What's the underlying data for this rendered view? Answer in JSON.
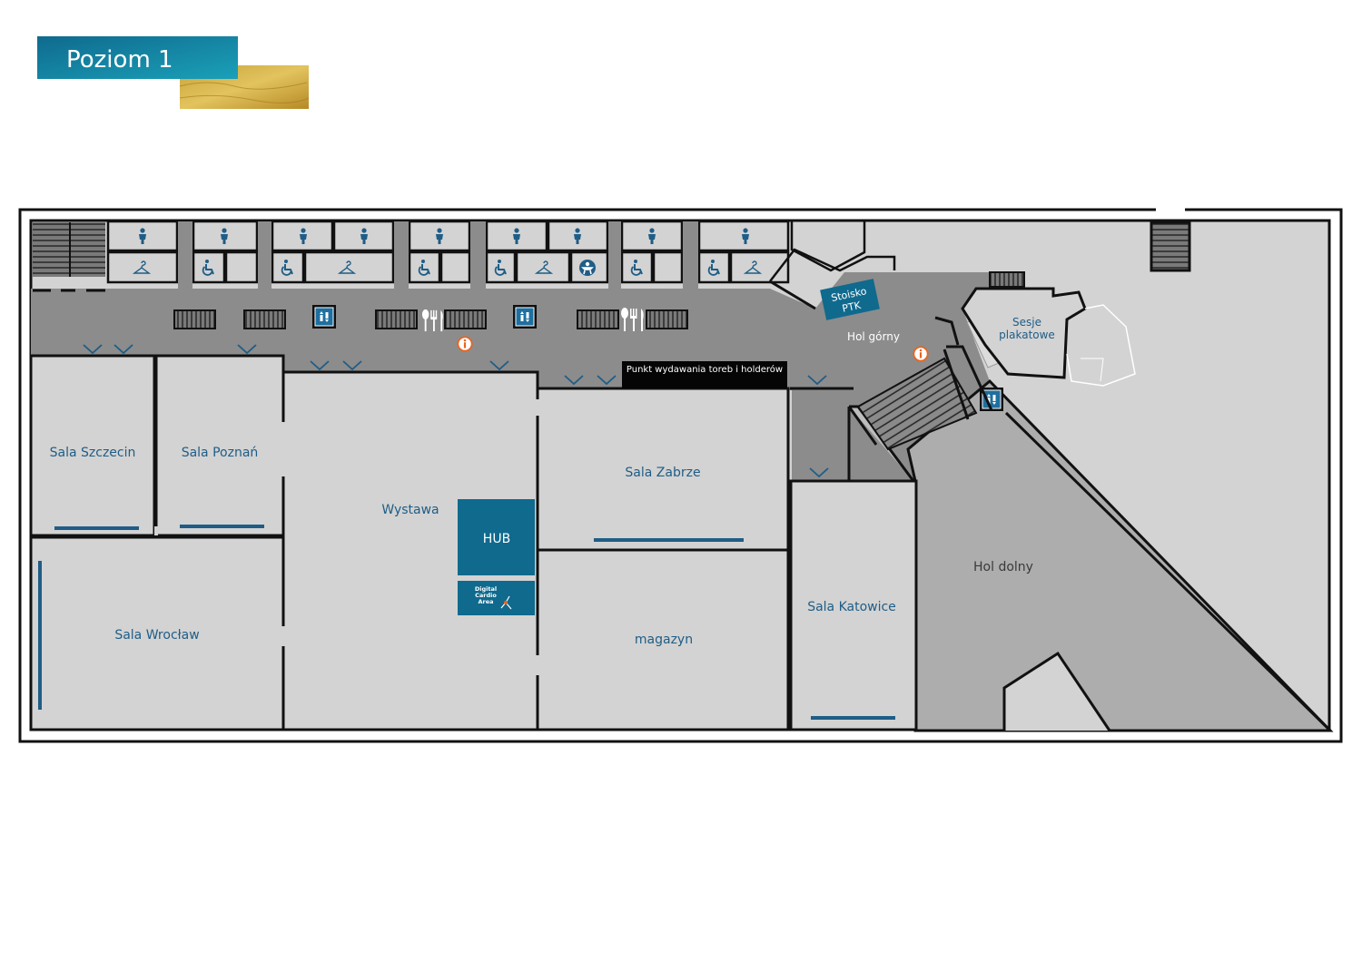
{
  "header": {
    "title": "Poziom 1"
  },
  "rooms": {
    "szczecin": "Sala Szczecin",
    "poznan": "Sala Poznań",
    "wroclaw": "Sala Wrocław",
    "wystawa": "Wystawa",
    "zabrze": "Sala Zabrze",
    "magazyn": "magazyn",
    "katowice": "Sala Katowice",
    "hol_dolny": "Hol dolny",
    "hol_gorny": "Hol górny",
    "sesje_line1": "Sesje",
    "sesje_line2": "plakatowe"
  },
  "hub": {
    "label": "HUB",
    "digital_line1": "Digital",
    "digital_line2": "Cardio",
    "digital_line3": "Area"
  },
  "stoisko": {
    "line1": "Stoisko",
    "line2": "PTK"
  },
  "punkt": {
    "label": "Punkt wydawania toreb i holderów"
  },
  "colors": {
    "accent": "#0f6a8e",
    "room_fill": "#d3d3d3",
    "corridor_fill": "#8c8c8c",
    "hall_fill": "#adadad",
    "wall": "#111111",
    "info_orange": "#e8641e"
  },
  "icons": [
    "restroom-icon",
    "wheelchair-icon",
    "hanger-icon",
    "baby-change-icon",
    "elevator-icon",
    "restaurant-icon",
    "info-icon",
    "door-icon",
    "stairs-icon"
  ]
}
